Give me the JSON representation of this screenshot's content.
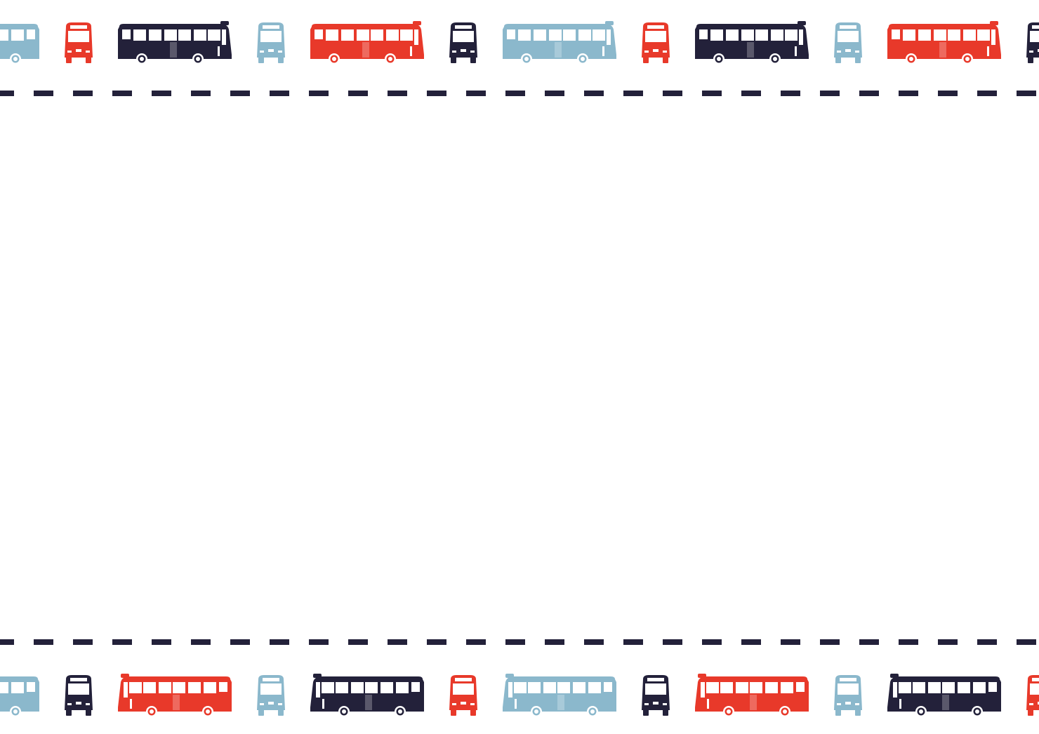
{
  "colors": {
    "navy": "#23213a",
    "red": "#e8392a",
    "lightblue": "#8bb8cc",
    "white": "#ffffff",
    "road": "#23213a"
  },
  "top_row": [
    {
      "view": "side-right",
      "color": "lightblue"
    },
    {
      "view": "front",
      "color": "red"
    },
    {
      "view": "side-left",
      "color": "navy"
    },
    {
      "view": "front",
      "color": "lightblue"
    },
    {
      "view": "side-left",
      "color": "red"
    },
    {
      "view": "front",
      "color": "navy"
    },
    {
      "view": "side-left",
      "color": "lightblue"
    },
    {
      "view": "front",
      "color": "red"
    },
    {
      "view": "side-left",
      "color": "navy"
    },
    {
      "view": "front",
      "color": "lightblue"
    },
    {
      "view": "side-left",
      "color": "red"
    },
    {
      "view": "front",
      "color": "navy"
    }
  ],
  "bottom_row": [
    {
      "view": "side-right",
      "color": "lightblue"
    },
    {
      "view": "front",
      "color": "navy"
    },
    {
      "view": "side-right",
      "color": "red"
    },
    {
      "view": "front",
      "color": "lightblue"
    },
    {
      "view": "side-right",
      "color": "navy"
    },
    {
      "view": "front",
      "color": "red"
    },
    {
      "view": "side-right",
      "color": "lightblue"
    },
    {
      "view": "front",
      "color": "navy"
    },
    {
      "view": "side-right",
      "color": "red"
    },
    {
      "view": "front",
      "color": "lightblue"
    },
    {
      "view": "side-right",
      "color": "navy"
    },
    {
      "view": "front",
      "color": "red"
    }
  ]
}
